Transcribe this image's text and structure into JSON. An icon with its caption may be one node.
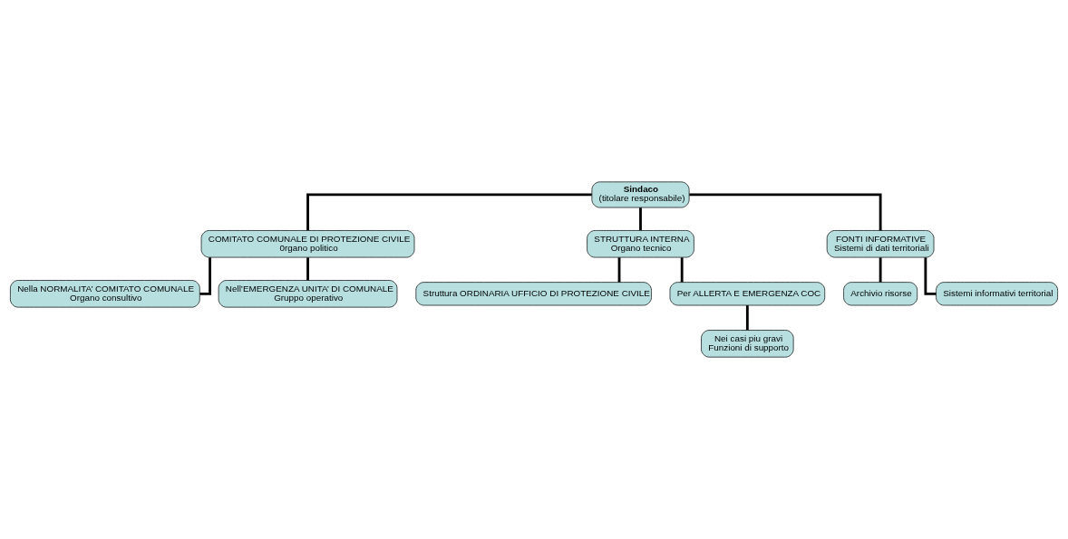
{
  "diagram": {
    "nodes": [
      {
        "text": [
          "Sindaco",
          "(titolare responsabile)"
        ]
      },
      {
        "text": [
          "COMITATO COMUNALE DI PROTEZIONE CIVILE",
          "0rgano politico"
        ]
      },
      {
        "text": [
          "STRUTTURA INTERNA",
          "Organo tecnico"
        ]
      },
      {
        "text": [
          "FONTI INFORMATIVE",
          "Sistemi di dati territoriali"
        ]
      },
      {
        "text": [
          "Nella NORMALITA’ COMITATO COMUNALE",
          "Organo consultivo"
        ]
      },
      {
        "text": [
          "Nell’EMERGENZA UNITA’ DI COMUNALE",
          "Gruppo operativo"
        ]
      },
      {
        "text": [
          "Struttura ORDINARIA UFFICIO DI PROTEZIONE CIVILE"
        ]
      },
      {
        "text": [
          "Per ALLERTA E EMERGENZA COC"
        ]
      },
      {
        "text": [
          "Nei casi piu gravi",
          "Funzioni di supporto"
        ]
      },
      {
        "text": [
          "Archivio risorse"
        ]
      },
      {
        "text": [
          "Sistemi informativi territorial"
        ]
      }
    ],
    "edges": [
      {
        "from": 0,
        "to": 1,
        "arrow": "none"
      },
      {
        "from": 0,
        "to": 2,
        "arrow": "none"
      },
      {
        "from": 0,
        "to": 3,
        "arrow": "none"
      },
      {
        "from": 1,
        "to": 4,
        "arrow": "none"
      },
      {
        "from": 1,
        "to": 5,
        "arrow": "none"
      },
      {
        "from": 2,
        "to": 6,
        "arrow": "none"
      },
      {
        "from": 2,
        "to": 7,
        "arrow": "none"
      },
      {
        "from": 7,
        "to": 8,
        "arrow": "none"
      },
      {
        "from": 3,
        "to": 9,
        "arrow": "none"
      },
      {
        "from": 3,
        "to": 10,
        "arrow": "none"
      }
    ]
  }
}
